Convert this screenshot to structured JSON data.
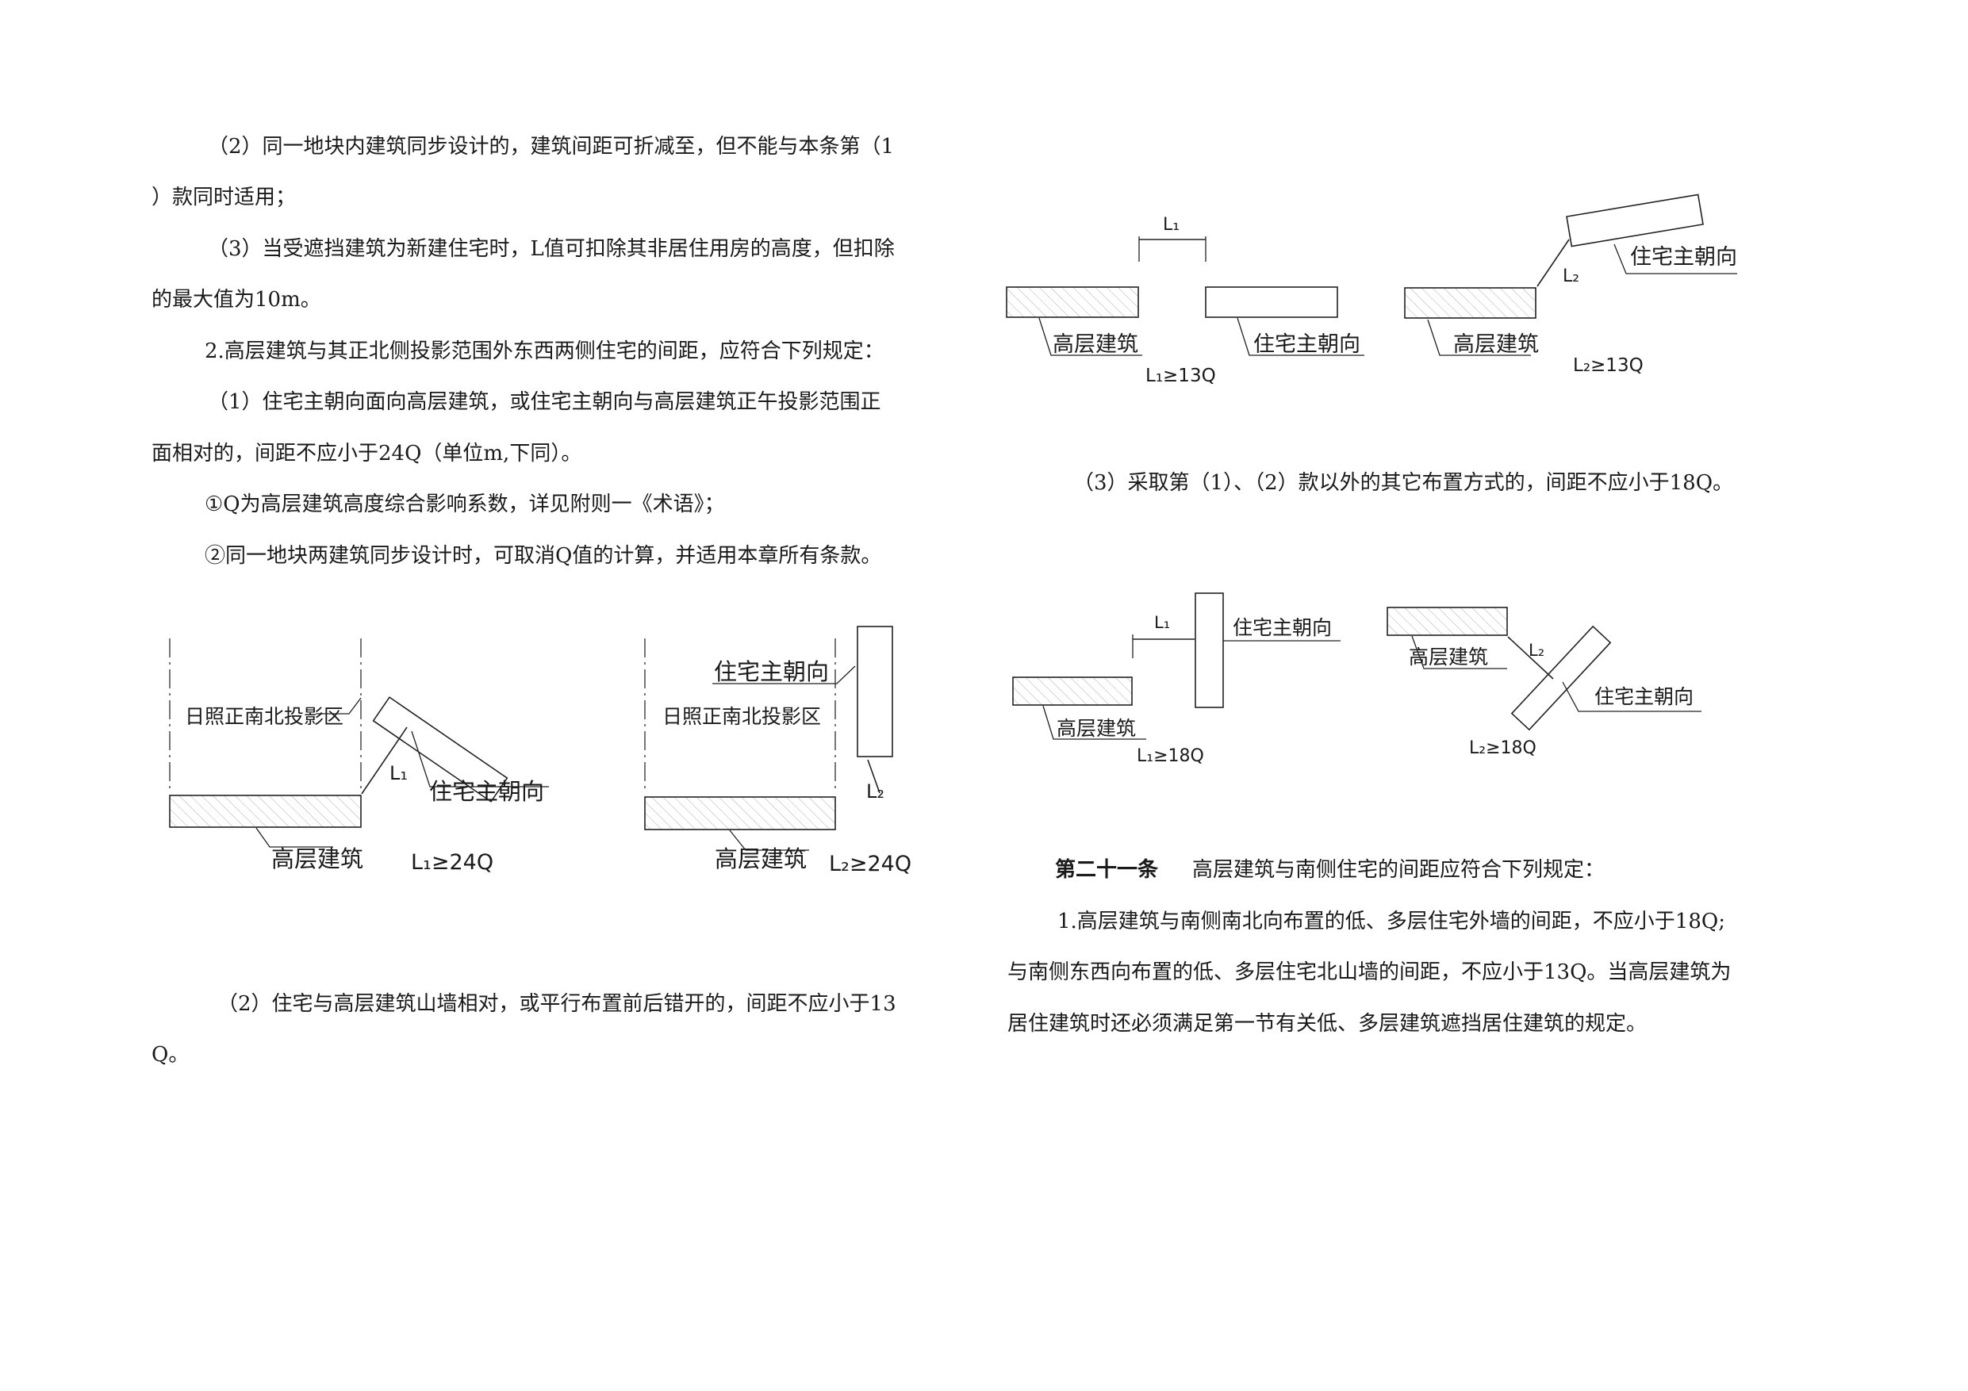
{
  "left_column": {
    "para_2_line1": "（2）同一地块内建筑同步设计的，建筑间距可折减至，但不能与本条第（1",
    "para_2_line2": "）款同时适用；",
    "para_3_line1": "（3）当受遮挡建筑为新建住宅时，L值可扣除其非居住用房的高度，但扣除",
    "para_3_line2": "的最大值为10m。",
    "item_2": "2.高层建筑与其正北侧投影范围外东西两侧住宅的间距，应符合下列规定：",
    "sub_1_line1": "（1）住宅主朝向面向高层建筑，或住宅主朝向与高层建筑正午投影范围正",
    "sub_1_line2": "面相对的，间距不应小于24Q（单位m,下同）。",
    "note_1": "①Q为高层建筑高度综合影响系数，详见附则一《术语》；",
    "note_2": "②同一地块两建筑同步设计时，可取消Q值的计算，并适用本章所有条款。",
    "sub_2_line1": "（2）住宅与高层建筑山墙相对，或平行布置前后错开的，间距不应小于13",
    "sub_2_line2": "Q。"
  },
  "right_column": {
    "sub_3": "（3）采取第（1）、（2）款以外的其它布置方式的，间距不应小于18Q。",
    "article_title": "第二十一条",
    "article_text": "高层建筑与南侧住宅的间距应符合下列规定：",
    "art_item_1_line1": "1.高层建筑与南侧南北向布置的低、多层住宅外墙的间距，不应小于18Q;",
    "art_item_1_line2": "与南侧东西向布置的低、多层住宅北山墙的间距，不应小于13Q。当高层建筑为",
    "art_item_1_line3": "居住建筑时还必须满足第一节有关低、多层建筑遮挡居住建筑的规定。"
  },
  "diagrams": {
    "d1": {
      "zone": "日照正南北投影区",
      "residence": "住宅主朝向",
      "distance": "L₁",
      "highrise": "高层建筑",
      "rule": "L₁≥24Q"
    },
    "d2": {
      "zone": "日照正南北投影区",
      "residence": "住宅主朝向",
      "distance": "L₂",
      "highrise": "高层建筑",
      "rule": "L₂≥24Q"
    },
    "d3": {
      "distance": "L₁",
      "highrise": "高层建筑",
      "residence": "住宅主朝向",
      "rule": "L₁≥13Q"
    },
    "d4": {
      "distance": "L₂",
      "residence": "住宅主朝向",
      "highrise": "高层建筑",
      "rule": "L₂≥13Q"
    },
    "d5": {
      "distance": "L₁",
      "residence": "住宅主朝向",
      "highrise": "高层建筑",
      "rule": "L₁≥18Q"
    },
    "d6": {
      "highrise": "高层建筑",
      "distance": "L₂",
      "residence": "住宅主朝向",
      "rule": "L₂≥18Q"
    }
  }
}
